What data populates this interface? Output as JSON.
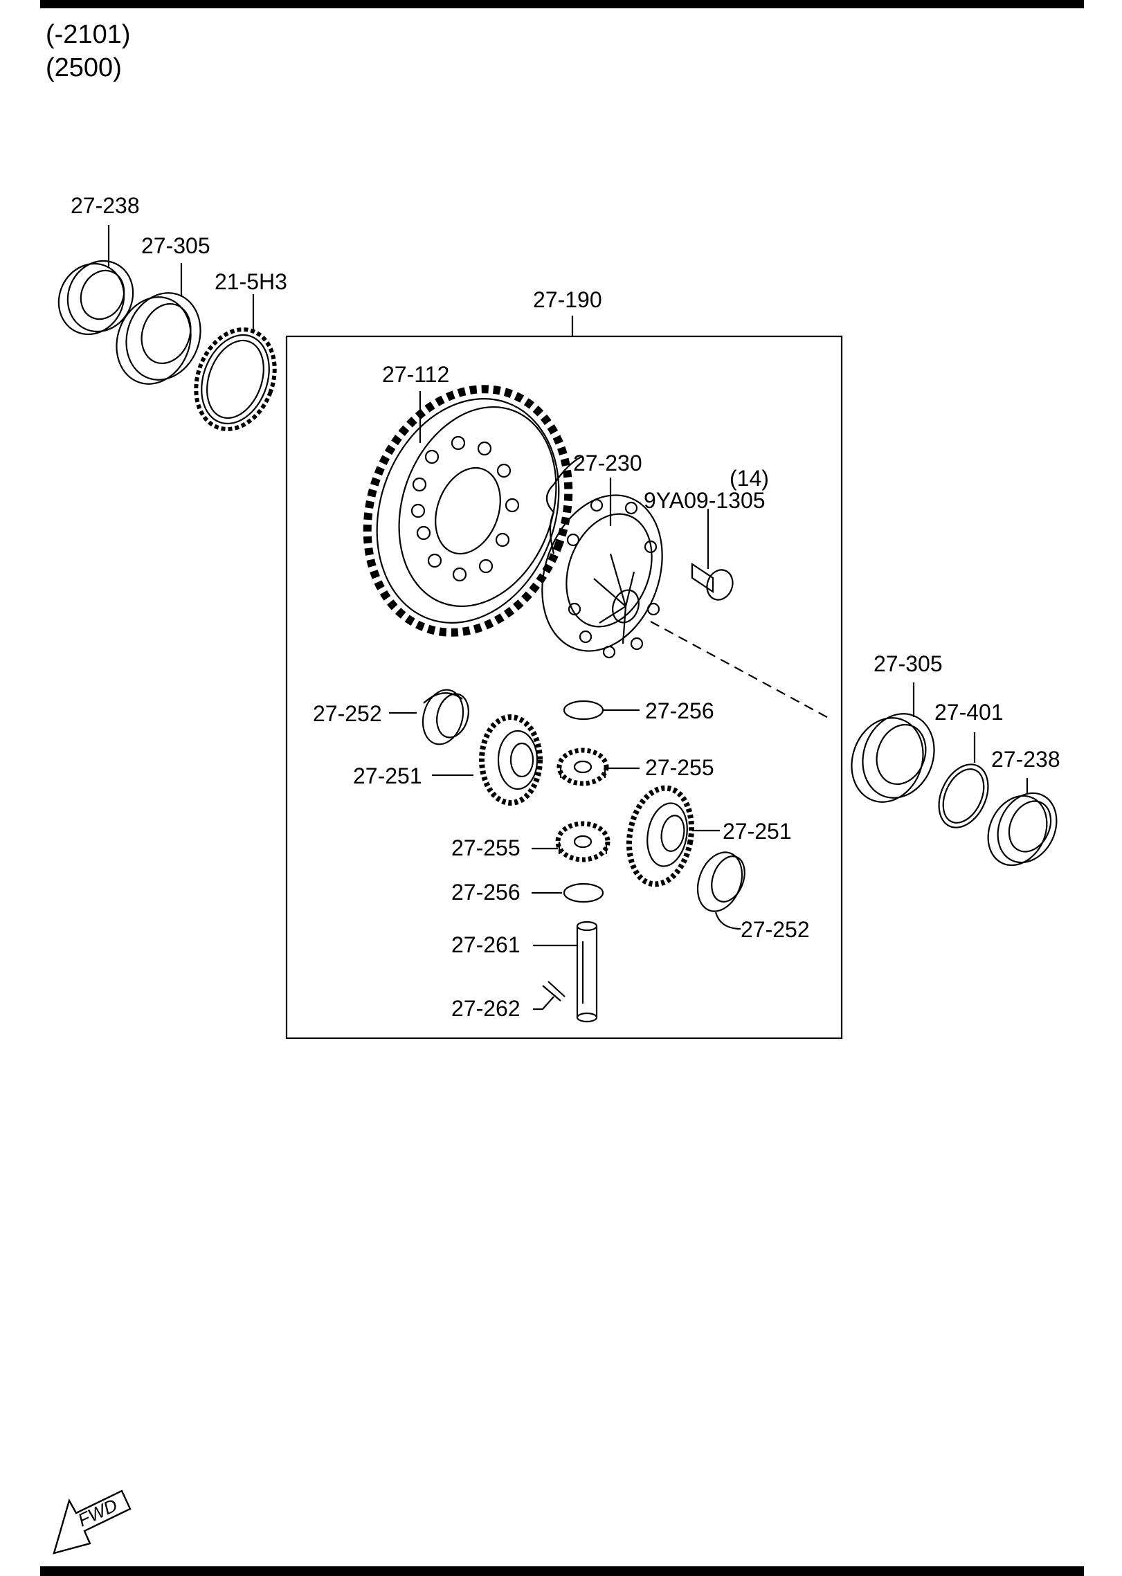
{
  "header": {
    "codes": [
      "(-2101)",
      "(2500)"
    ]
  },
  "labels": {
    "l_238_a": "27-238",
    "l_305_a": "27-305",
    "l_5h3": "21-5H3",
    "l_190": "27-190",
    "l_112": "27-112",
    "l_230": "27-230",
    "l_torque": "(14)",
    "l_bolt": "9YA09-1305",
    "l_305_b": "27-305",
    "l_401": "27-401",
    "l_238_b": "27-238",
    "l_252_a": "27-252",
    "l_256_a": "27-256",
    "l_251_a": "27-251",
    "l_255_a": "27-255",
    "l_255_b": "27-255",
    "l_251_b": "27-251",
    "l_256_b": "27-256",
    "l_252_b": "27-252",
    "l_261": "27-261",
    "l_262": "27-262"
  },
  "fwd": {
    "text": "FWD"
  },
  "icons": [
    "fwd-arrow-icon"
  ]
}
